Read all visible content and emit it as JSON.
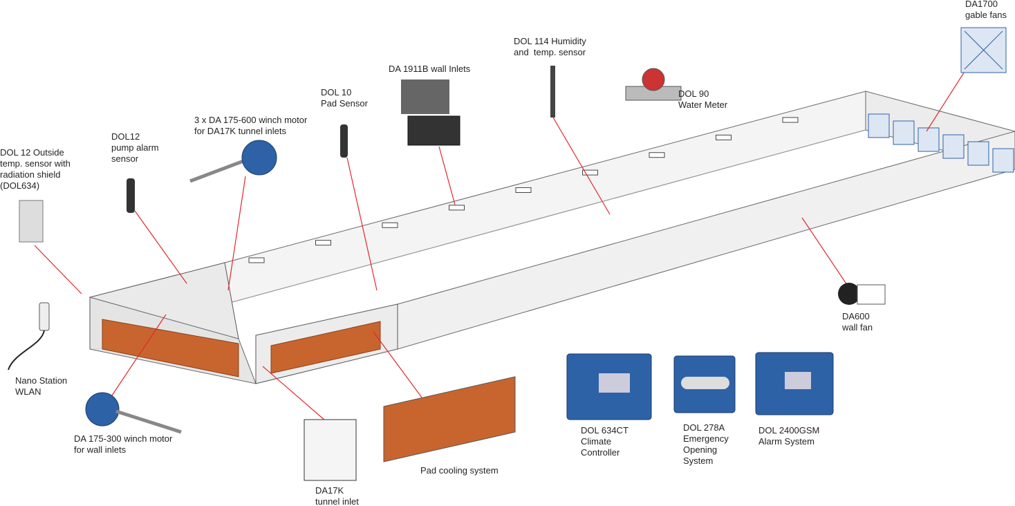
{
  "colors": {
    "leader": "#e3262b",
    "pad": "#c8652f",
    "device_blue": "#2e62a6",
    "wall": "#f2f2f2",
    "outline": "#555555"
  },
  "labels": {
    "gable_fans": "DA1700\ngable fans",
    "humidity_sensor": "DOL 114 Humidity\nand  temp. sensor",
    "wall_inlets": "DA 1911B wall Inlets",
    "water_meter": "DOL 90\nWater Meter",
    "pad_sensor": "DOL 10\nPad Sensor",
    "winch_600": "3 x DA 175-600 winch motor\nfor DA17K tunnel inlets",
    "pump_alarm": "DOL12\npump alarm\nsensor",
    "outside_sensor": "DOL 12 Outside\ntemp. sensor with\nradiation shield\n(DOL634)",
    "nano_station": "Nano Station\nWLAN",
    "winch_300": "DA 175-300 winch motor\nfor wall inlets",
    "tunnel_inlet": "DA17K\ntunnel inlet",
    "pad_cooling": "Pad cooling system",
    "climate_controller": "DOL 634CT\nClimate\nController",
    "emergency_opening": "DOL 278A\nEmergency\nOpening\nSystem",
    "alarm_system": "DOL 2400GSM\nAlarm System",
    "wall_fan": "DA600\nwall fan"
  }
}
